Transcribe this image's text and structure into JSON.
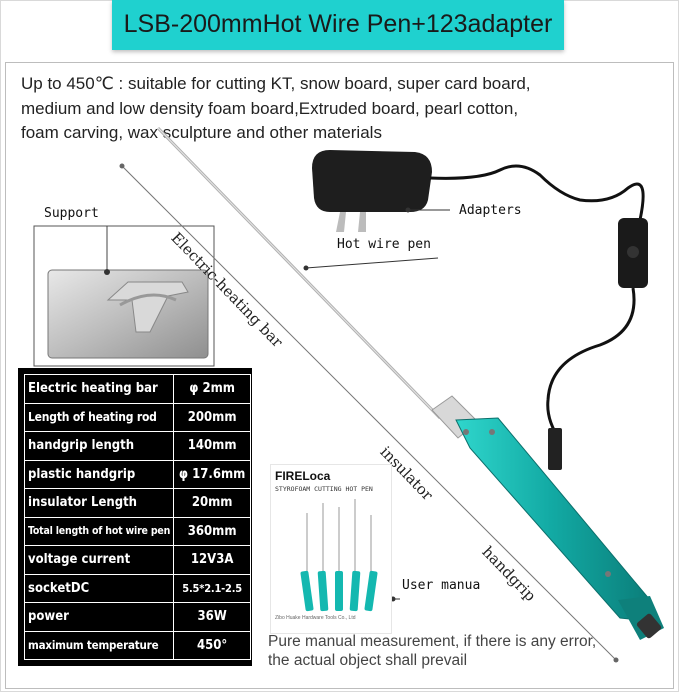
{
  "title": "LSB-200mmHot Wire Pen+123adapter",
  "description": {
    "line1": "Up to 450℃ : suitable for cutting KT, snow board, super card board,",
    "line2": "medium and low density foam board,Extruded board, pearl cotton,",
    "line3": "foam carving, wax sculpture and other materials"
  },
  "labels": {
    "support": "Support",
    "adapters": "Adapters",
    "hot_wire_pen": "Hot wire pen",
    "electric_heating_bar": "Electric-heating bar",
    "insulator": "insulator",
    "handgrip": "handgrip",
    "user_manual": "User manua"
  },
  "specs": [
    {
      "name": "Electric heating bar",
      "value": "φ 2mm"
    },
    {
      "name": "Length of heating rod",
      "value": "200mm"
    },
    {
      "name": "handgrip length",
      "value": "140mm"
    },
    {
      "name": "plastic handgrip",
      "value": "φ 17.6mm"
    },
    {
      "name": "insulator Length",
      "value": "20mm"
    },
    {
      "name": "Total length of hot wire pen",
      "value": "360mm"
    },
    {
      "name": "voltage current",
      "value": "12V3A"
    },
    {
      "name": "socketDC",
      "value": "5.5*2.1-2.5"
    },
    {
      "name": "power",
      "value": "36W"
    },
    {
      "name": "maximum temperature",
      "value": "450°"
    }
  ],
  "manual": {
    "brand": "FIRELoca",
    "subtitle": "STYROFOAM CUTTING HOT PEN",
    "company": "Zibo Huake Hardware Tools Co., Ltd"
  },
  "footer": {
    "line1": "Pure manual measurement, if there is any error,",
    "line2": "the actual object shall prevail"
  },
  "colors": {
    "title_bg": "#1fd1cf",
    "pen_teal": "#14b8b0",
    "spec_bg": "#000000"
  }
}
